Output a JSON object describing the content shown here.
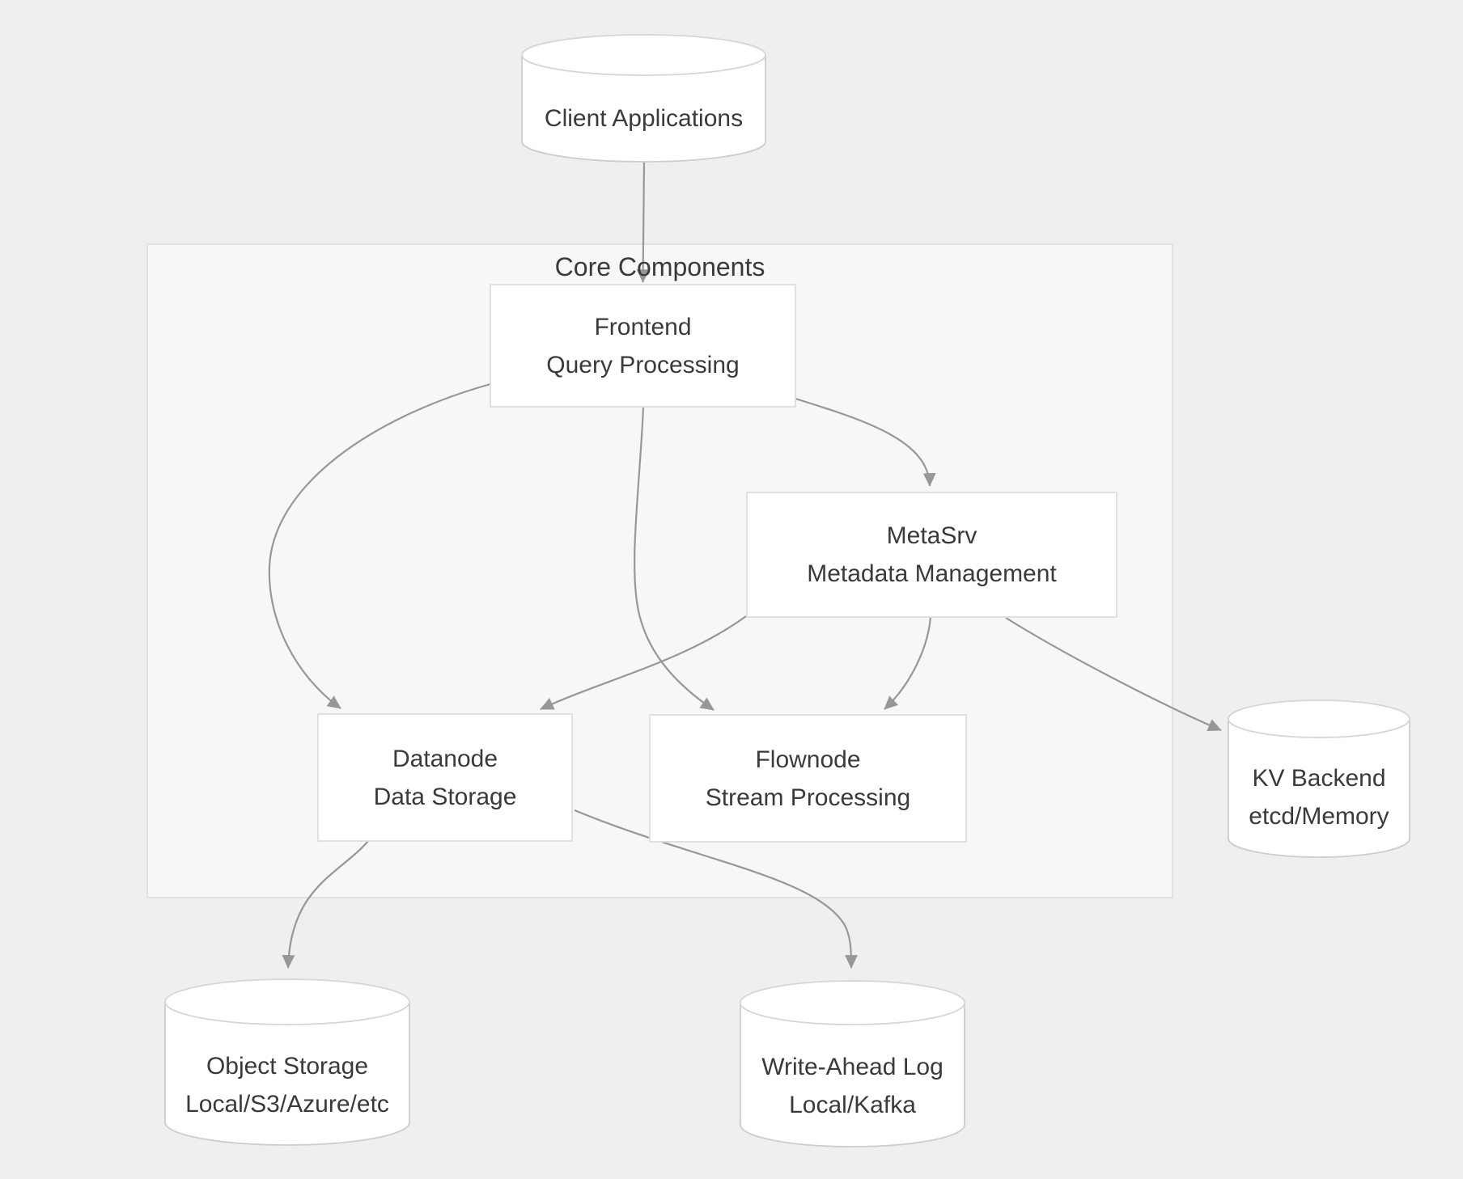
{
  "cluster": {
    "label": "Core Components"
  },
  "nodes": {
    "client": {
      "title": "Client Applications"
    },
    "frontend": {
      "title": "Frontend",
      "subtitle": "Query Processing"
    },
    "metasrv": {
      "title": "MetaSrv",
      "subtitle": "Metadata Management"
    },
    "datanode": {
      "title": "Datanode",
      "subtitle": "Data Storage"
    },
    "flownode": {
      "title": "Flownode",
      "subtitle": "Stream Processing"
    },
    "kv_backend": {
      "title": "KV Backend",
      "subtitle": "etcd/Memory"
    },
    "object_storage": {
      "title": "Object Storage",
      "subtitle": "Local/S3/Azure/etc"
    },
    "write_ahead_log": {
      "title": "Write-Ahead Log",
      "subtitle": "Local/Kafka"
    }
  },
  "edges": [
    {
      "from": "client",
      "to": "frontend"
    },
    {
      "from": "frontend",
      "to": "metasrv"
    },
    {
      "from": "frontend",
      "to": "datanode"
    },
    {
      "from": "frontend",
      "to": "flownode"
    },
    {
      "from": "metasrv",
      "to": "datanode"
    },
    {
      "from": "metasrv",
      "to": "flownode"
    },
    {
      "from": "metasrv",
      "to": "kv_backend"
    },
    {
      "from": "datanode",
      "to": "object_storage"
    },
    {
      "from": "datanode",
      "to": "write_ahead_log"
    }
  ],
  "colors": {
    "page_bg": "#f0efed",
    "cluster_bg": "#f7f7f6",
    "cluster_border": "#dcdcdc",
    "node_bg": "#ffffff",
    "node_border": "#dedede",
    "cylinder_border": "#cdcdcd",
    "edge": "#979797",
    "text": "#3a3a3a"
  }
}
